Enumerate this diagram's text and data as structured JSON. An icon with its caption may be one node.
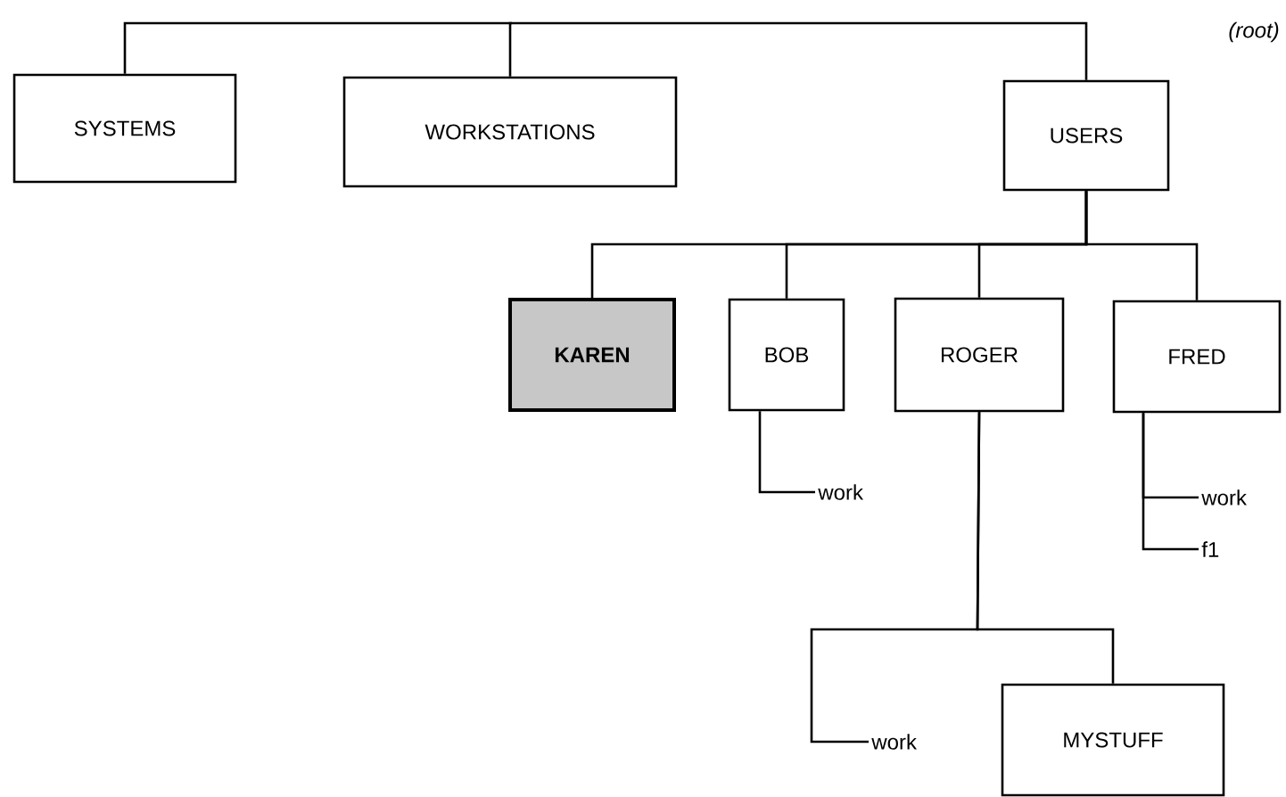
{
  "diagram": {
    "nodes": [
      {
        "text": [
          "SYSTEMS"
        ]
      },
      {
        "text": [
          "WORKSTATIONS"
        ]
      },
      {
        "text": [
          "USERS"
        ]
      },
      {
        "text": [
          "KAREN"
        ]
      },
      {
        "text": [
          "BOB"
        ]
      },
      {
        "text": [
          "ROGER"
        ]
      },
      {
        "text": [
          "FRED"
        ]
      },
      {
        "text": [
          "work"
        ]
      },
      {
        "text": [
          "work"
        ]
      },
      {
        "text": [
          "f1"
        ]
      },
      {
        "text": [
          "work"
        ]
      },
      {
        "text": [
          "MYSTUFF"
        ]
      }
    ],
    "edges": [
      {
        "from": null,
        "to": 0,
        "arrow": "none"
      },
      {
        "from": null,
        "to": 1,
        "arrow": "none"
      },
      {
        "from": null,
        "to": 2,
        "arrow": "none"
      },
      {
        "from": 2,
        "to": 3,
        "arrow": "none"
      },
      {
        "from": 2,
        "to": 4,
        "arrow": "none"
      },
      {
        "from": 2,
        "to": 5,
        "arrow": "none"
      },
      {
        "from": 2,
        "to": 6,
        "arrow": "none"
      },
      {
        "from": 4,
        "to": 7,
        "arrow": "none"
      },
      {
        "from": 6,
        "to": 8,
        "arrow": "none"
      },
      {
        "from": 6,
        "to": 9,
        "arrow": "none"
      },
      {
        "from": 5,
        "to": 10,
        "arrow": "none"
      },
      {
        "from": 5,
        "to": 11,
        "arrow": "none"
      }
    ],
    "labels": [
      "(root)"
    ]
  }
}
